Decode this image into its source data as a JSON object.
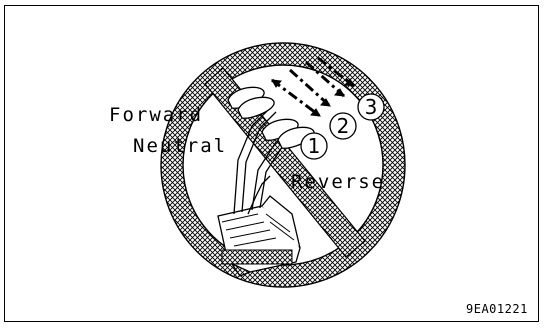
{
  "labels": {
    "forward": "Forward",
    "neutral": "Neutral",
    "reverse": "Reverse",
    "pos1": "1",
    "pos2": "2",
    "pos3": "3"
  },
  "figure_code": "9EA01221"
}
